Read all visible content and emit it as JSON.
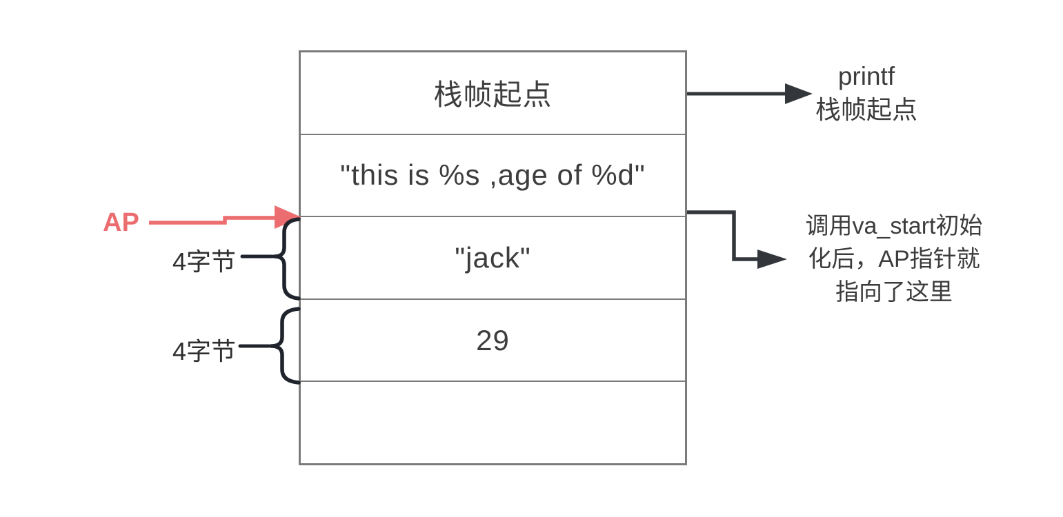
{
  "diagram": {
    "memory_table": {
      "rows": [
        {
          "id": "stack-frame-start",
          "label": "栈帧起点"
        },
        {
          "id": "format-string",
          "label": "\"this is %s ,age of %d\""
        },
        {
          "id": "arg-name",
          "label": "\"jack\""
        },
        {
          "id": "arg-age",
          "label": "29"
        },
        {
          "id": "empty",
          "label": ""
        }
      ]
    },
    "left_annotations": {
      "ap_pointer_label": "AP",
      "size_label_top": "4字节",
      "size_label_bottom": "4字节"
    },
    "right_annotations": {
      "frame_note": {
        "line1": "printf",
        "line2": "栈帧起点"
      },
      "va_start_note": {
        "line1": "调用va_start初始",
        "line2": "化后，AP指针就",
        "line3": "指向了这里"
      }
    },
    "colors": {
      "accent_red": "#EC6D6F",
      "border_gray": "#7B7B7B",
      "text_dark": "#3D3D3D",
      "arrow_dark": "#33363A",
      "brace_dark": "#1F242C"
    }
  }
}
